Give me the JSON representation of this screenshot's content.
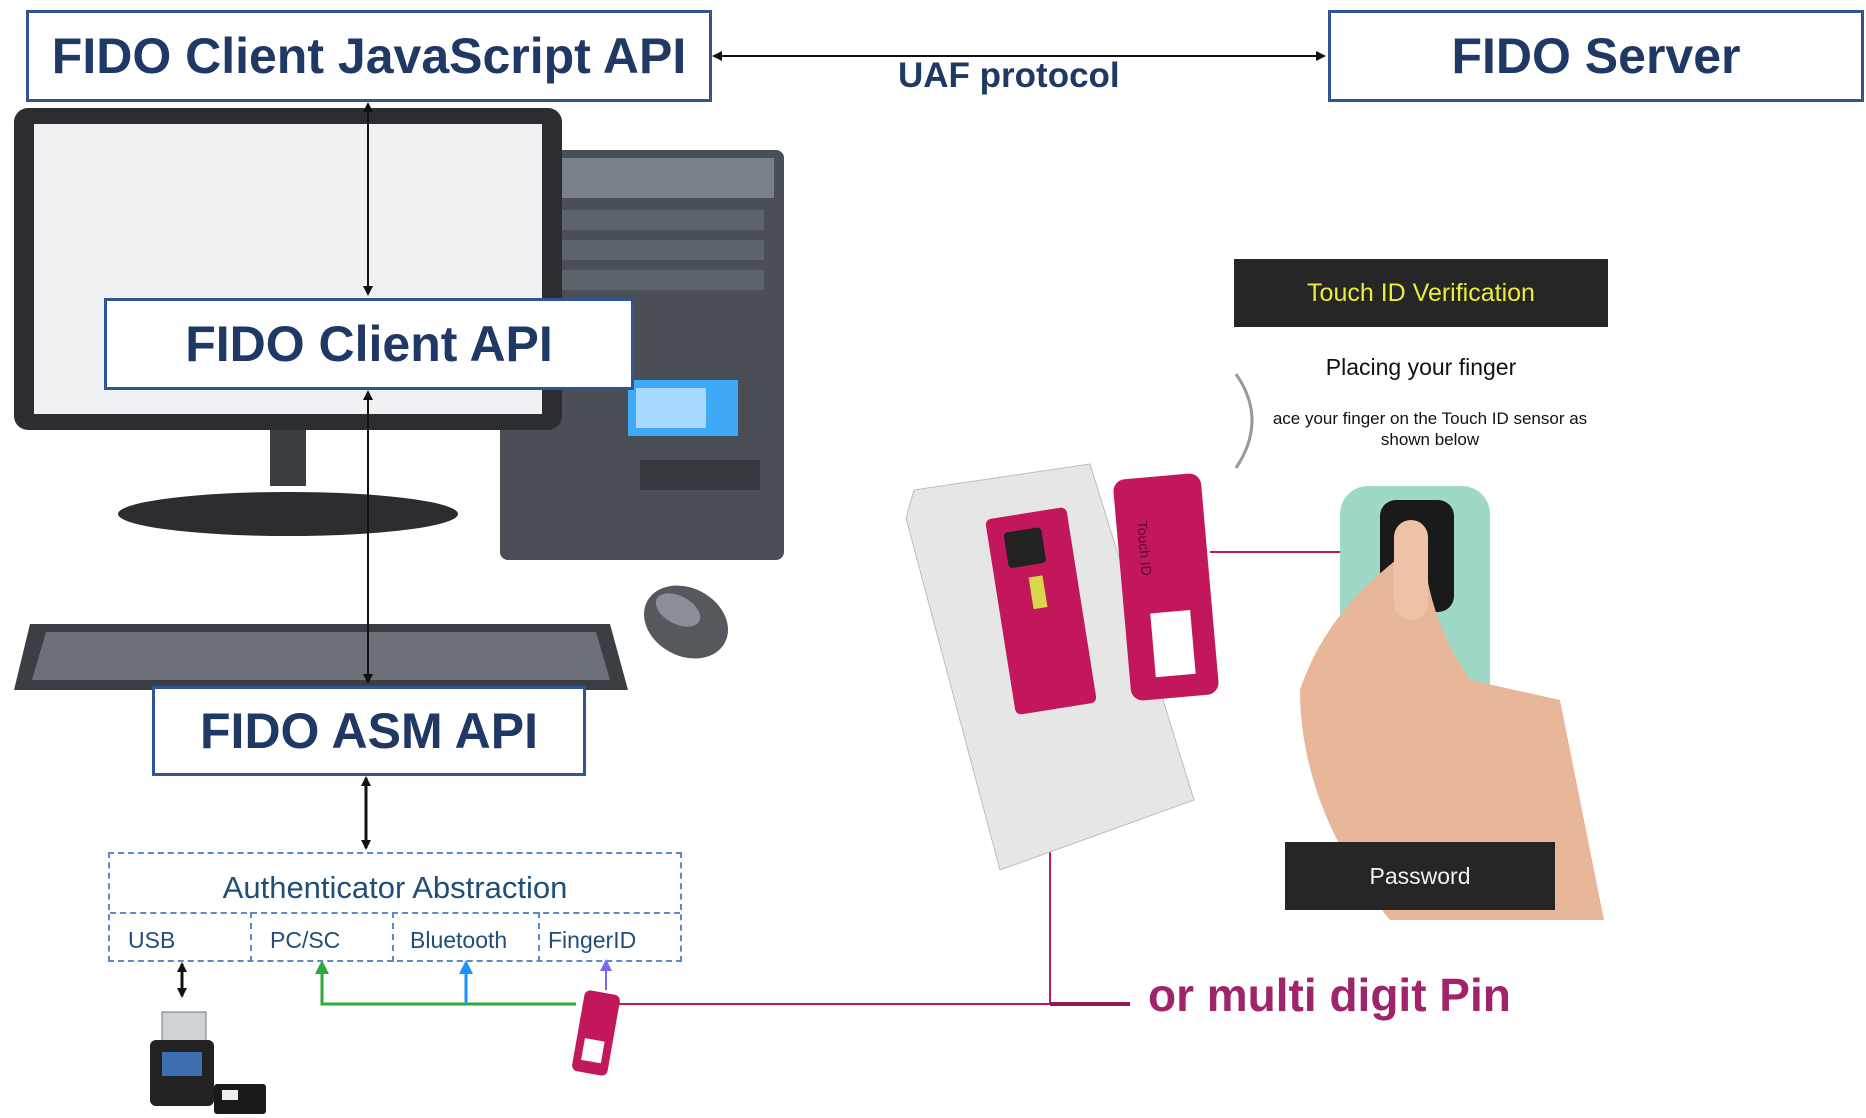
{
  "boxes": {
    "client_js_api": "FIDO Client JavaScript API",
    "server": "FIDO Server",
    "client_api": "FIDO Client API",
    "asm_api": "FIDO ASM API"
  },
  "protocol_label": "UAF protocol",
  "abstraction": {
    "title": "Authenticator Abstraction",
    "transports": [
      "USB",
      "PC/SC",
      "Bluetooth",
      "FingerID"
    ]
  },
  "touch_id": {
    "title": "Touch ID Verification",
    "heading": "Placing your finger",
    "instruction": "ace your finger on the Touch ID sensor as shown below",
    "sensor_label": "Touch ID",
    "password_button": "Password"
  },
  "pin_label": "or multi digit Pin",
  "colors": {
    "box_border": "#2f5597",
    "box_text": "#1f3864",
    "magenta": "#c2185b",
    "pin_text": "#a0246a",
    "green_arrow": "#2eaa3c",
    "blue_arrow": "#1e90ff"
  }
}
